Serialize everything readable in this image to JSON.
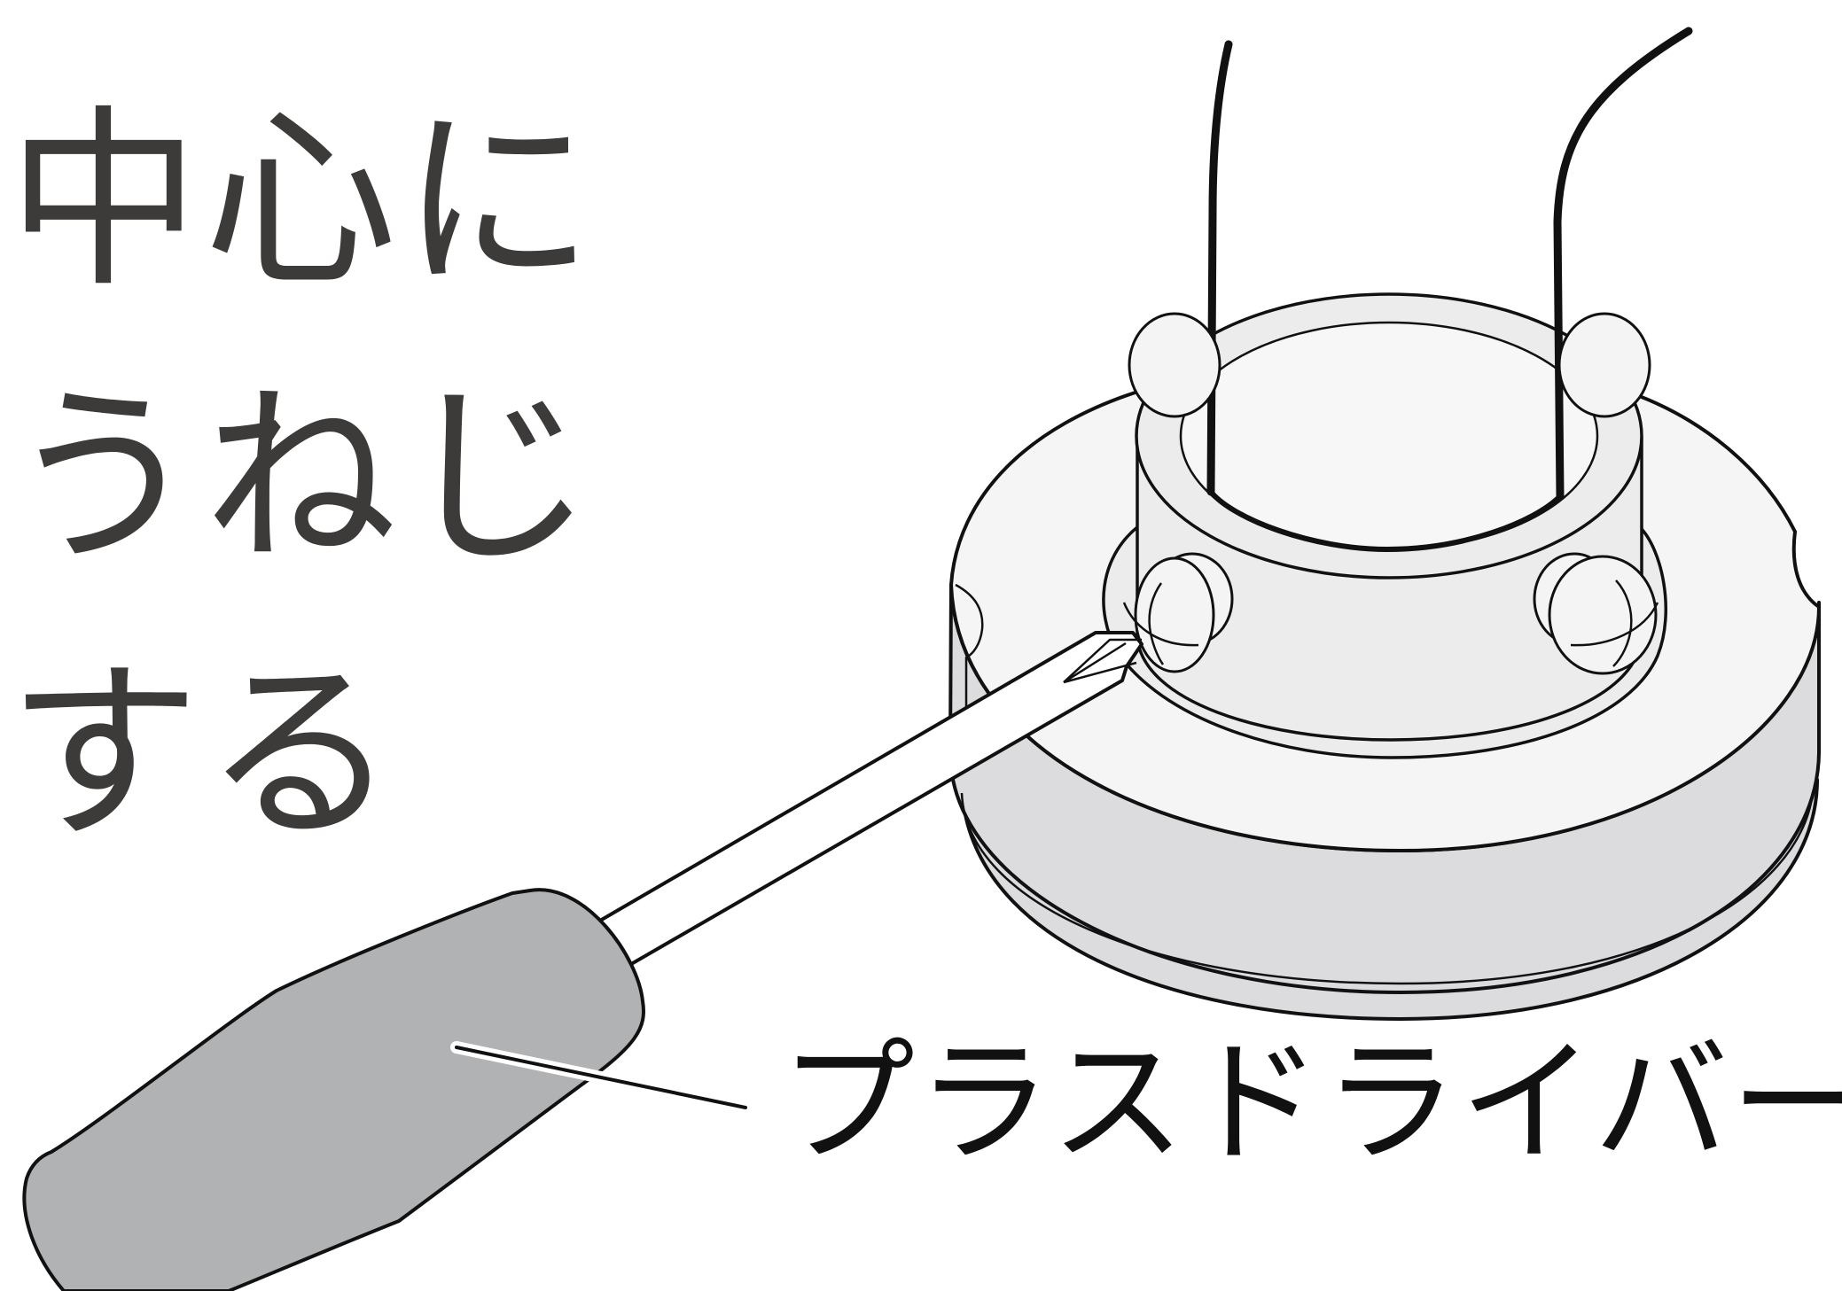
{
  "instruction": {
    "lines": [
      "中心に",
      "うねじ",
      "する"
    ]
  },
  "tool": {
    "label": "プラスドライバー"
  },
  "colors": {
    "outline": "#111111",
    "text_dark": "#3d3a3a",
    "handle": "#b1b2b4",
    "base_top": "#f5f5f5",
    "base_side": "#dcdcde",
    "ring": "#ececec",
    "background": "#ffffff"
  }
}
